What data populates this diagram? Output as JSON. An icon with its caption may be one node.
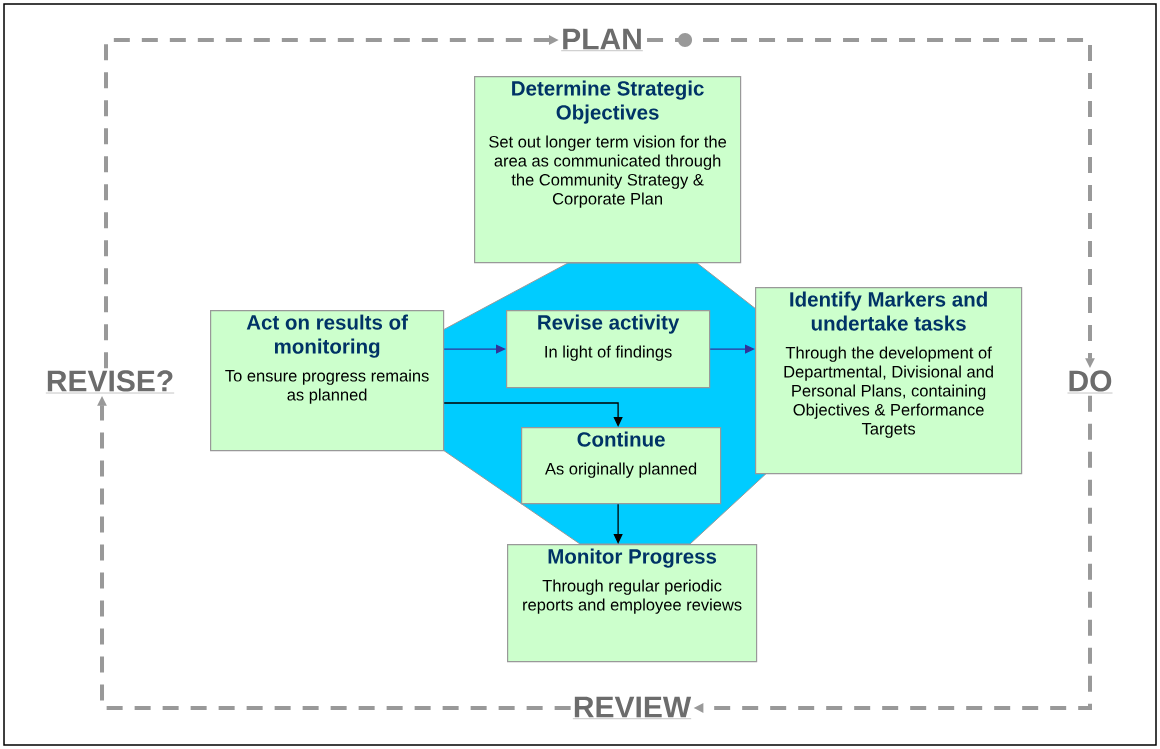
{
  "diagram": {
    "nodes": [
      {
        "text": [
          "PLAN"
        ]
      },
      {
        "text": [
          "DO"
        ]
      },
      {
        "text": [
          "REVIEW"
        ]
      },
      {
        "text": [
          "REVISE?"
        ]
      },
      {
        "text": [
          "Determine Strategic Objectives",
          "Set out longer term vision for the area as communicated through the Community Strategy & Corporate Plan"
        ]
      },
      {
        "text": [
          "Act on results of monitoring",
          "To ensure progress remains as planned"
        ]
      },
      {
        "text": [
          "Revise activity",
          "In light of findings"
        ]
      },
      {
        "text": [
          "Identify Markers and undertake tasks",
          "Through the development of Departmental, Divisional and Personal Plans, containing Objectives & Performance Targets"
        ]
      },
      {
        "text": [
          "Continue",
          "As originally planned"
        ]
      },
      {
        "text": [
          "Monitor Progress",
          "Through regular periodic reports and employee reviews"
        ]
      }
    ],
    "edges": [
      {
        "from": 3,
        "to": 0,
        "arrow": "to",
        "style": "dashed",
        "color": "#999999"
      },
      {
        "from": 0,
        "to": 1,
        "arrow": "to",
        "style": "dashed",
        "color": "#999999"
      },
      {
        "from": 1,
        "to": 2,
        "arrow": "to",
        "style": "dashed",
        "color": "#999999"
      },
      {
        "from": 2,
        "to": 3,
        "arrow": "to",
        "style": "dashed",
        "color": "#999999"
      },
      {
        "from": 5,
        "to": 6,
        "arrow": "to",
        "color": "#333399"
      },
      {
        "from": 6,
        "to": 7,
        "arrow": "to",
        "color": "#333399"
      },
      {
        "from": 5,
        "to": 8,
        "arrow": "to",
        "color": "#000000"
      },
      {
        "from": 8,
        "to": 9,
        "arrow": "to",
        "color": "#000000"
      }
    ]
  }
}
